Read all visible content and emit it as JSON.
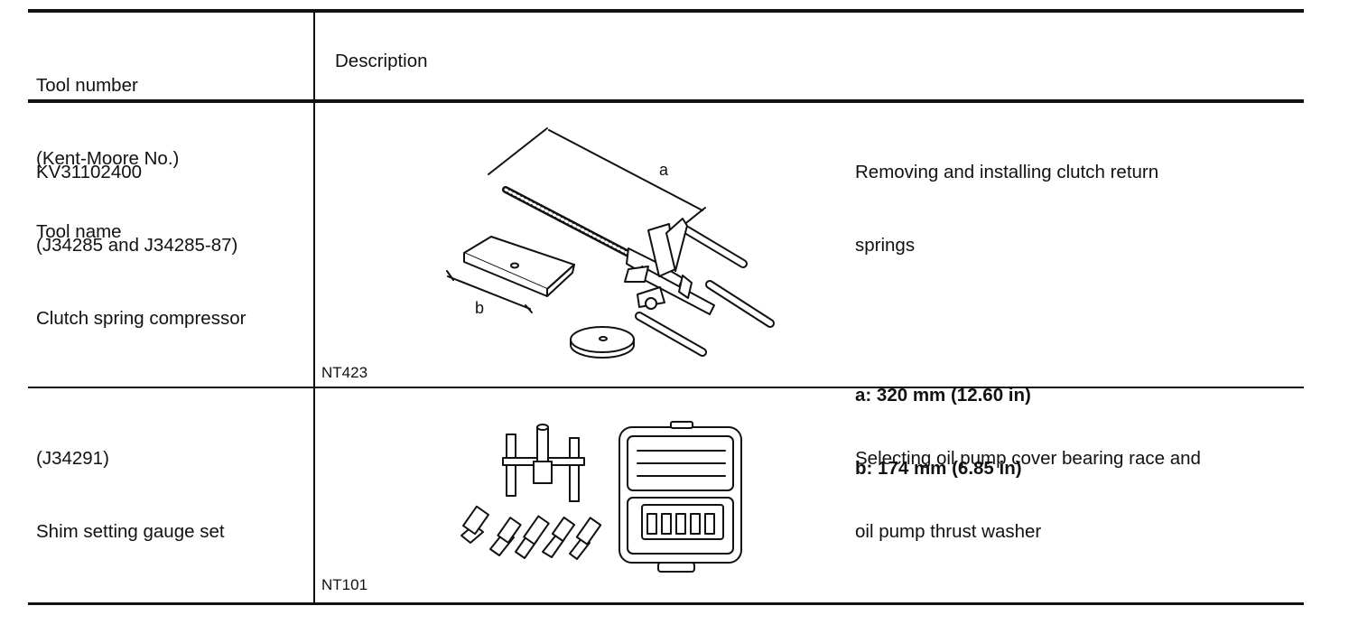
{
  "header": {
    "tool_col": [
      "Tool number",
      "(Kent-Moore No.)",
      "Tool name"
    ],
    "desc_col": "Description"
  },
  "rows": [
    {
      "tool_lines": [
        "KV31102400",
        "(J34285 and J34285-87)",
        "Clutch spring compressor"
      ],
      "image_code": "NT423",
      "dim_labels": [
        "a",
        "b"
      ],
      "description_lines": [
        "Removing and installing clutch return",
        "springs"
      ],
      "specs": [
        "a: 320 mm (12.60 in)",
        "b: 174 mm (6.85 in)"
      ]
    },
    {
      "tool_lines": [
        "(J34291)",
        "Shim setting gauge set"
      ],
      "image_code": "NT101",
      "description_lines": [
        "Selecting oil pump cover bearing race and",
        "oil pump thrust washer"
      ]
    }
  ]
}
